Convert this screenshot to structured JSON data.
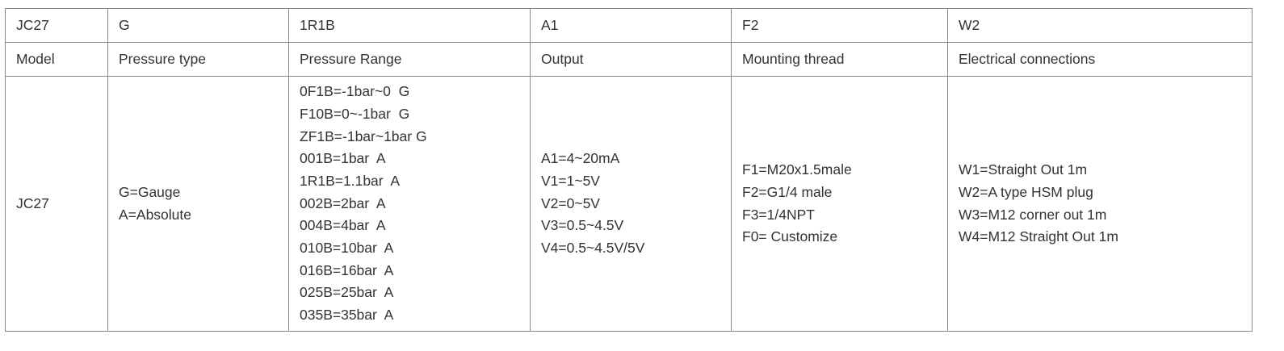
{
  "code_row": [
    "JC27",
    "G",
    "1R1B",
    "A1",
    "F2",
    "W2"
  ],
  "header_row": [
    "Model",
    "Pressure type",
    "Pressure Range",
    "Output",
    "Mounting thread",
    "Electrical connections"
  ],
  "body": {
    "model": [
      "JC27"
    ],
    "pressure_type": [
      "G=Gauge",
      "A=Absolute"
    ],
    "pressure_range": [
      "0F1B=-1bar~0  G",
      "F10B=0~-1bar  G",
      "ZF1B=-1bar~1bar G",
      "001B=1bar  A",
      "1R1B=1.1bar  A",
      "002B=2bar  A",
      "004B=4bar  A",
      "010B=10bar  A",
      "016B=16bar  A",
      "025B=25bar  A",
      "035B=35bar  A"
    ],
    "output": [
      "A1=4~20mA",
      "V1=1~5V",
      "V2=0~5V",
      "V3=0.5~4.5V",
      "V4=0.5~4.5V/5V"
    ],
    "mounting_thread": [
      "F1=M20x1.5male",
      "F2=G1/4 male",
      "F3=1/4NPT",
      "F0= Customize"
    ],
    "electrical_connections": [
      "W1=Straight Out 1m",
      "W2=A type HSM plug",
      "W3=M12 corner out 1m",
      "W4=M12 Straight Out 1m"
    ]
  },
  "colors": {
    "text": "#333333",
    "border": "#8a8a8a",
    "background": "#ffffff"
  }
}
